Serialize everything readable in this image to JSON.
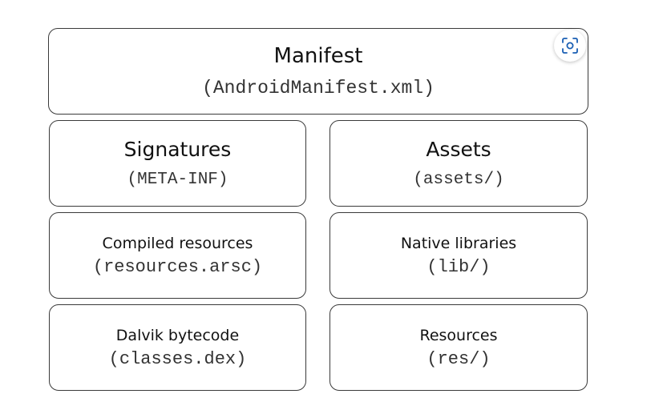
{
  "boxes": {
    "manifest": {
      "title": "Manifest",
      "path": "(AndroidManifest.xml)"
    },
    "signatures": {
      "title": "Signatures",
      "path": "(META-INF)"
    },
    "assets": {
      "title": "Assets",
      "path": "(assets/)"
    },
    "compiled": {
      "title": "Compiled resources",
      "path": "(resources.arsc)"
    },
    "native": {
      "title": "Native libraries",
      "path": "(lib/)"
    },
    "dalvik": {
      "title": "Dalvik bytecode",
      "path": "(classes.dex)"
    },
    "resources": {
      "title": "Resources",
      "path": "(res/)"
    }
  },
  "overlay": {
    "icon": "visual-search-icon",
    "accent": "#1a5fb4"
  }
}
